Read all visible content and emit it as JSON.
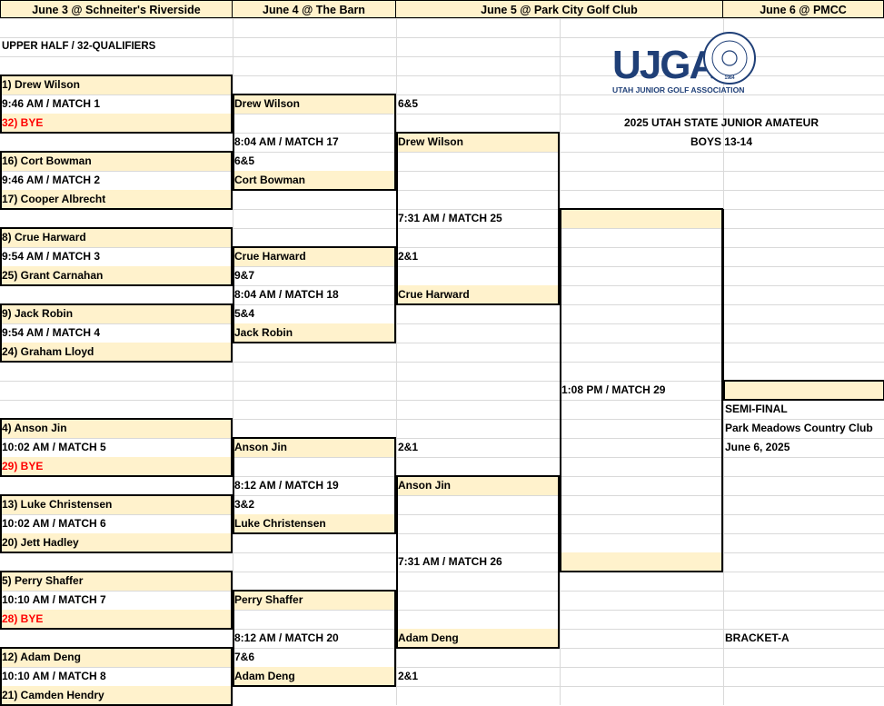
{
  "headers": [
    "June 3 @ Schneiter's Riverside",
    "June 4 @ The Barn",
    "June 5 @ Park City Golf Club",
    "June 6 @ PMCC"
  ],
  "upper_half": "UPPER HALF /  32-QUALIFIERS",
  "event": {
    "title": "2025 UTAH STATE JUNIOR AMATEUR",
    "division": "BOYS 13-14",
    "semi_final": "SEMI-FINAL",
    "venue": "Park Meadows Country Club",
    "date": "June 6, 2025",
    "bracket": "BRACKET-A"
  },
  "logo": {
    "letters": "UJGA",
    "name": "UTAH JUNIOR GOLF ASSOCIATION",
    "seal_text": "UTAH JUNIOR GOLF ASSOCIATION",
    "seal_year": "1984",
    "colors": {
      "navy": "#1F3F77",
      "red": "#D52B1E"
    }
  },
  "round1": [
    {
      "seed_a": "1)  Drew Wilson",
      "match": "9:46 AM / MATCH 1",
      "seed_b": "32) BYE",
      "b_red": true
    },
    {
      "seed_a": "16)  Cort Bowman",
      "match": "9:46 AM / MATCH 2",
      "seed_b": "17)  Cooper Albrecht",
      "b_red": false
    },
    {
      "seed_a": "8)  Crue Harward",
      "match": "9:54 AM / MATCH 3",
      "seed_b": "25) Grant Carnahan",
      "b_red": false
    },
    {
      "seed_a": "9)  Jack Robin",
      "match": "9:54 AM / MATCH 4",
      "seed_b": "24) Graham Lloyd",
      "b_red": false
    },
    {
      "seed_a": "4) Anson Jin",
      "match": "10:02 AM / MATCH 5",
      "seed_b": "29)  BYE",
      "b_red": true
    },
    {
      "seed_a": "13)  Luke Christensen",
      "match": "10:02 AM / MATCH 6",
      "seed_b": "20)  Jett Hadley",
      "b_red": false
    },
    {
      "seed_a": " 5) Perry Shaffer",
      "match": "10:10 AM / MATCH 7",
      "seed_b": "28)  BYE",
      "b_red": true
    },
    {
      "seed_a": "12)  Adam Deng",
      "match": "10:10  AM / MATCH 8",
      "seed_b": "21)  Camden Hendry",
      "b_red": false
    }
  ],
  "round2": [
    {
      "top_winner": "Drew Wilson",
      "top_score": "",
      "match": "8:04 AM / MATCH 17",
      "bottom_score": "6&5",
      "bottom_winner": "Cort Bowman"
    },
    {
      "top_winner": "Crue Harward",
      "top_score": "9&7",
      "match": "8:04 AM / MATCH 18",
      "bottom_score": "5&4",
      "bottom_winner": "Jack Robin"
    },
    {
      "top_winner": "Anson Jin",
      "top_score": "",
      "match": "8:12 AM / MATCH 19",
      "bottom_score": "3&2",
      "bottom_winner": "Luke Christensen"
    },
    {
      "top_winner": "Perry Shaffer",
      "top_score": "",
      "match": "8:12 AM / MATCH 20",
      "bottom_score": "7&6",
      "bottom_winner": "Adam Deng"
    }
  ],
  "round3": [
    {
      "top_score": "6&5",
      "top_winner": "Drew Wilson",
      "match": "7:31 AM / MATCH 25",
      "bottom_score": "2&1",
      "bottom_winner": "Crue Harward"
    },
    {
      "top_score": "2&1",
      "top_winner": "Anson Jin",
      "match": "7:31 AM / MATCH 26",
      "bottom_score": "",
      "bottom_winner": "Adam Deng",
      "tail_score": "2&1"
    }
  ],
  "round4": {
    "match": "1:08 PM / MATCH 29"
  }
}
